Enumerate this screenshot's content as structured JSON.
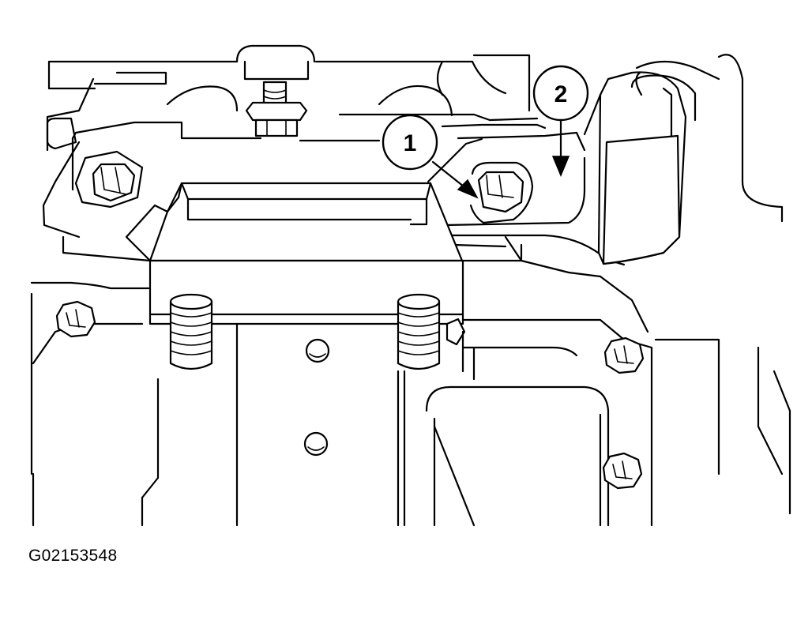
{
  "callouts": [
    {
      "label": "1"
    },
    {
      "label": "2"
    }
  ],
  "figure_id": "G02153548"
}
